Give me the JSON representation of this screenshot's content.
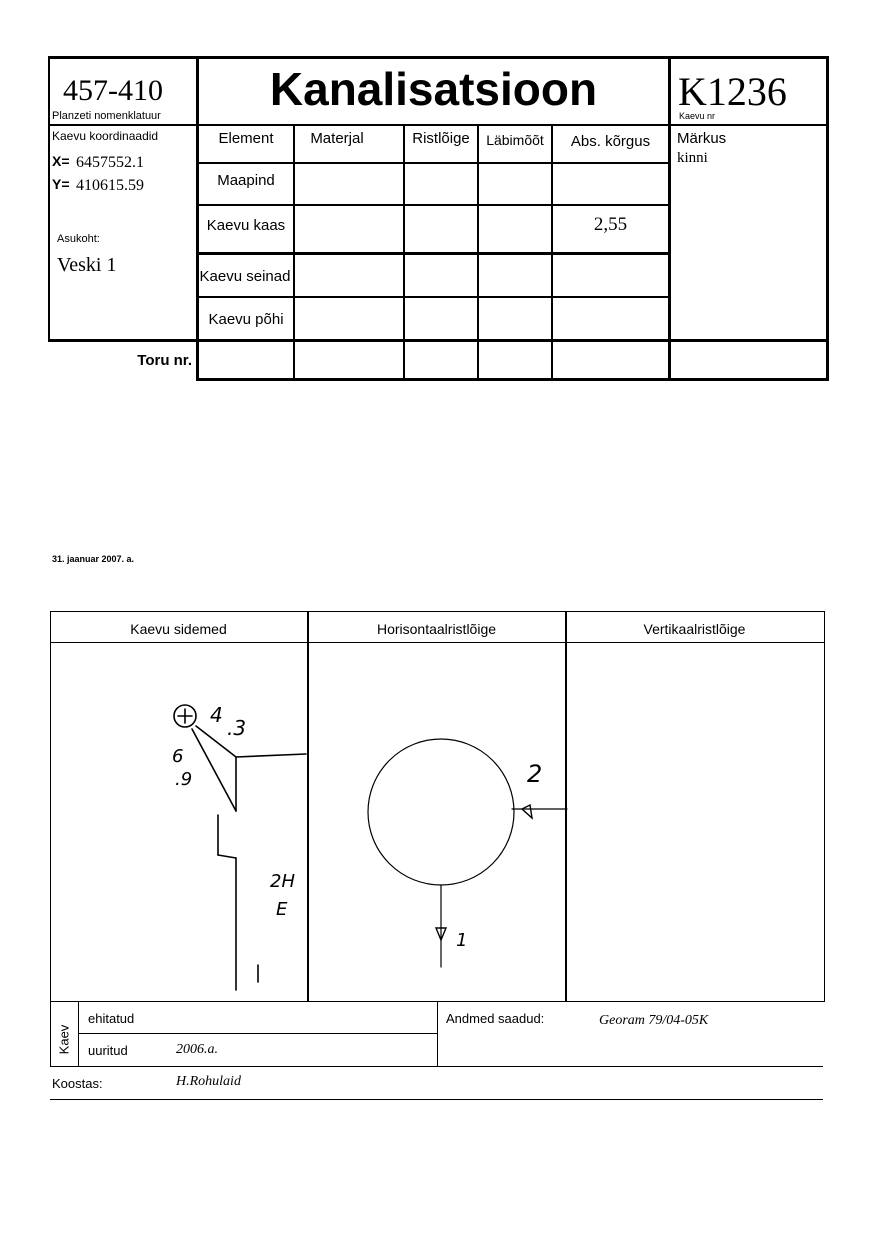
{
  "header": {
    "nomenclature_value": "457-410",
    "nomenclature_label": "Planzeti nomenklatuur",
    "title": "Kanalisatsioon",
    "well_no_value": "K1236",
    "well_no_label": "Kaevu nr"
  },
  "coordinates": {
    "label": "Kaevu koordinaadid",
    "x_label": "X=",
    "x_value": "6457552.1",
    "y_label": "Y=",
    "y_value": "410615.59"
  },
  "location": {
    "label": "Asukoht:",
    "value": "Veski 1"
  },
  "table": {
    "headers": [
      "Element",
      "Materjal",
      "Ristlõige",
      "Läbimõõt",
      "Abs. kõrgus",
      "Märkus"
    ],
    "rows": [
      "Maapind",
      "Kaevu kaas",
      "Kaevu seinad",
      "Kaevu põhi"
    ],
    "kaas_abs": "2,55",
    "markus_value": "kinni",
    "pipe_label": "Toru nr."
  },
  "date": "31. jaanuar 2007. a.",
  "drawings": {
    "col1": "Kaevu sidemed",
    "col2": "Horisontaalristlõige",
    "col3": "Vertikaalristlõige",
    "sketch1": {
      "d1a": "4",
      "d1b": ".3",
      "d2a": "6",
      "d2b": ".9",
      "house_a": "2H",
      "house_b": "E",
      "mark": "1"
    },
    "sketch2": {
      "pipe_in": "2",
      "pipe_out": "1"
    }
  },
  "footer": {
    "side_label": "Kaev",
    "built_label": "ehitatud",
    "built_value": "",
    "surveyed_label": "uuritud",
    "surveyed_value": "2006.a.",
    "source_label": "Andmed saadud:",
    "source_value": "Georam 79/04-05K",
    "author_label": "Koostas:",
    "author_value": "H.Rohulaid"
  }
}
